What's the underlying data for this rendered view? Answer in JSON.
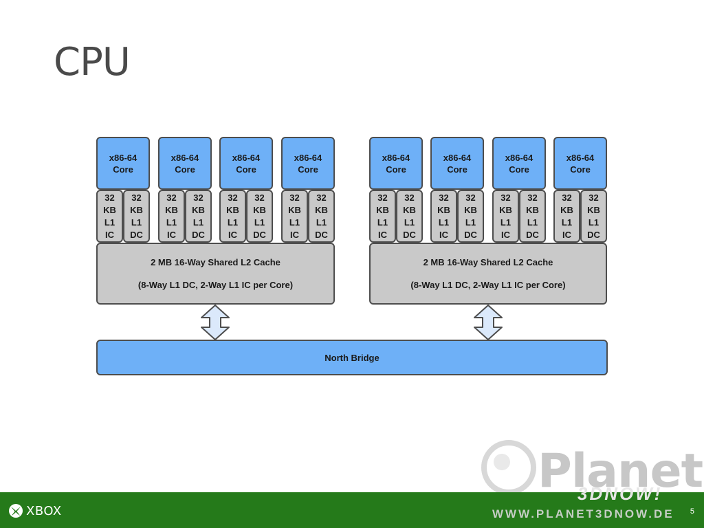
{
  "slide": {
    "title": "CPU",
    "page_number": "5"
  },
  "diagram": {
    "clusters": [
      {
        "cores": [
          {
            "label_line1": "x86-64",
            "label_line2": "Core"
          },
          {
            "label_line1": "x86-64",
            "label_line2": "Core"
          },
          {
            "label_line1": "x86-64",
            "label_line2": "Core"
          },
          {
            "label_line1": "x86-64",
            "label_line2": "Core"
          }
        ],
        "l1_caches": [
          "32 KB L1 IC",
          "32 KB L1 DC"
        ],
        "l2_cache": {
          "line1": "2 MB 16-Way Shared L2 Cache",
          "line2": "(8-Way L1 DC, 2-Way L1 IC per Core)"
        }
      },
      {
        "cores": [
          {
            "label_line1": "x86-64",
            "label_line2": "Core"
          },
          {
            "label_line1": "x86-64",
            "label_line2": "Core"
          },
          {
            "label_line1": "x86-64",
            "label_line2": "Core"
          },
          {
            "label_line1": "x86-64",
            "label_line2": "Core"
          }
        ],
        "l1_caches": [
          "32 KB L1 IC",
          "32 KB L1 DC"
        ],
        "l2_cache": {
          "line1": "2 MB 16-Way Shared L2 Cache",
          "line2": "(8-Way L1 DC, 2-Way L1 IC per Core)"
        }
      }
    ],
    "l1_ic": {
      "line1": "32",
      "line2": "KB",
      "line3": "L1",
      "line4": "IC"
    },
    "l1_dc": {
      "line1": "32",
      "line2": "KB",
      "line3": "L1",
      "line4": "DC"
    },
    "north_bridge": {
      "label": "North Bridge"
    },
    "colors": {
      "core": "#6eb0f7",
      "cache": "#c9c9c9",
      "border": "#4d4d4d",
      "arrow": "#dbe9fb"
    }
  },
  "footer": {
    "brand": "XBOX",
    "color": "#257a1a"
  },
  "watermark": {
    "word": "Planet",
    "sub": "3DNOW!",
    "url": "WWW.PLANET3DNOW.DE"
  }
}
